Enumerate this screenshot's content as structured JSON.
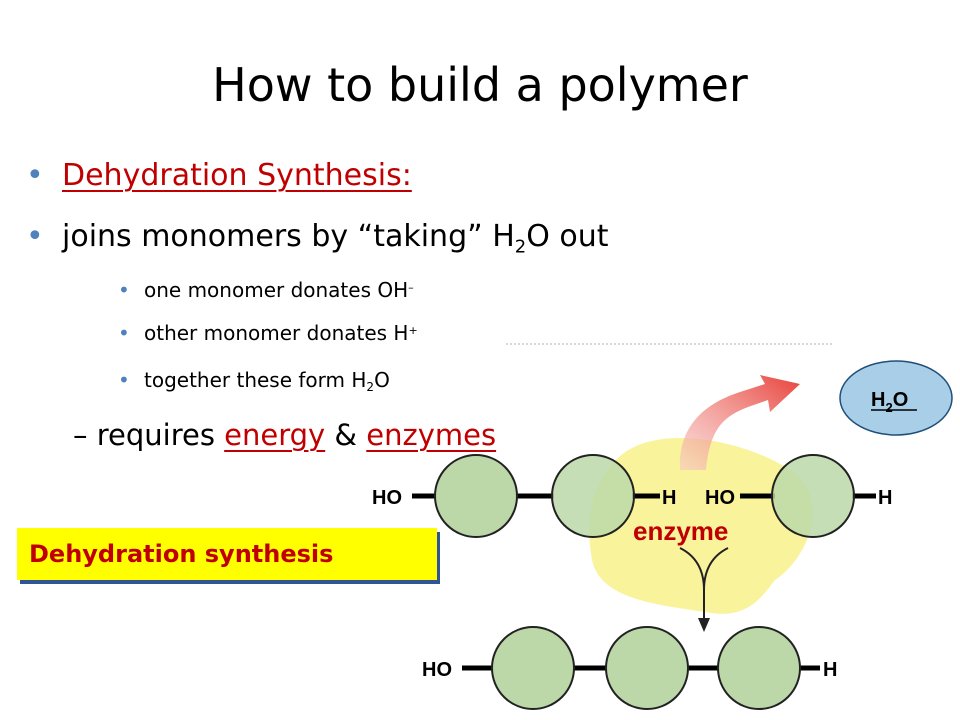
{
  "slide": {
    "title": "How to build a polymer",
    "bullets": [
      {
        "text": "Dehydration Synthesis:"
      },
      {
        "pre": "joins monomers by “taking” H",
        "sub": "2",
        "post": "O out"
      }
    ],
    "subbullets": [
      {
        "pre": "one monomer donates OH",
        "sup": "–"
      },
      {
        "pre": "other monomer donates H",
        "sup": "+"
      },
      {
        "pre": "together these form H",
        "sub": "2",
        "post": "O"
      }
    ],
    "requires": {
      "dash": "–",
      "pre": "requires",
      "energy": "energy",
      "amp": "&",
      "enzymes": "enzymes"
    },
    "label_box": "Dehydration synthesis"
  },
  "diagram": {
    "top_left_end": "HO",
    "top_mid_h": "H",
    "top_mid_ho": "HO",
    "top_right_end": "H",
    "enzyme_label": "enzyme",
    "water_h": "H",
    "water_sub": "2",
    "water_o": "O",
    "bottom_left_end": "HO",
    "bottom_right_end": "H",
    "colors": {
      "monomer_fill": "#bcd8a8",
      "enzyme_fill": "#f7f07a",
      "water_fill": "#a9cfe8",
      "arrow_red": "#e8413a",
      "enzyme_text": "#c00000",
      "bullet_dot": "#4f81bd",
      "label_bg": "#ffff00"
    },
    "icons": [
      "dehydration-arrow-icon",
      "reaction-arrow-icon"
    ]
  }
}
